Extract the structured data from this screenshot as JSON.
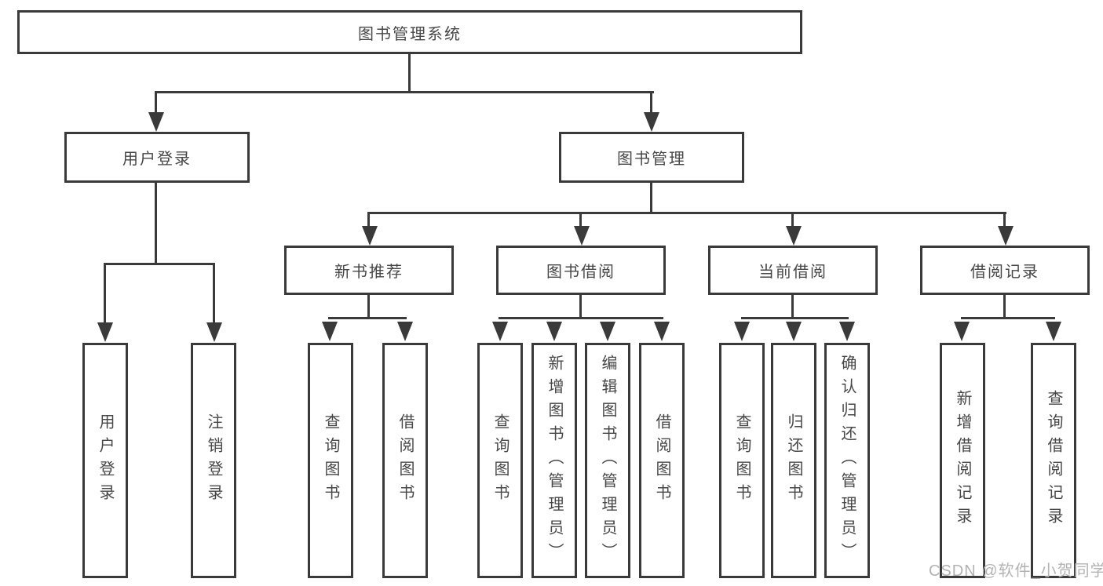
{
  "tree": {
    "root": "图书管理系统",
    "children": [
      {
        "label": "用户登录",
        "children": [
          "用户登录",
          "注销登录"
        ]
      },
      {
        "label": "图书管理",
        "children": [
          {
            "label": "新书推荐",
            "children": [
              "查询图书",
              "借阅图书"
            ]
          },
          {
            "label": "图书借阅",
            "children": [
              "查询图书",
              "新增图书（管理员）",
              "编辑图书（管理员）",
              "借阅图书"
            ]
          },
          {
            "label": "当前借阅",
            "children": [
              "查询图书",
              "归还图书",
              "确认归还（管理员）"
            ]
          },
          {
            "label": "借阅记录",
            "children": [
              "新增借阅记录",
              "查询借阅记录"
            ]
          }
        ]
      }
    ]
  },
  "watermark": "CSDN @软件_小贺同学",
  "colors": {
    "line": "#3a3a3a",
    "text": "#474747",
    "box_bg": "#ffffff",
    "watermark": "#b3b3b3",
    "background": "#ffffff"
  }
}
